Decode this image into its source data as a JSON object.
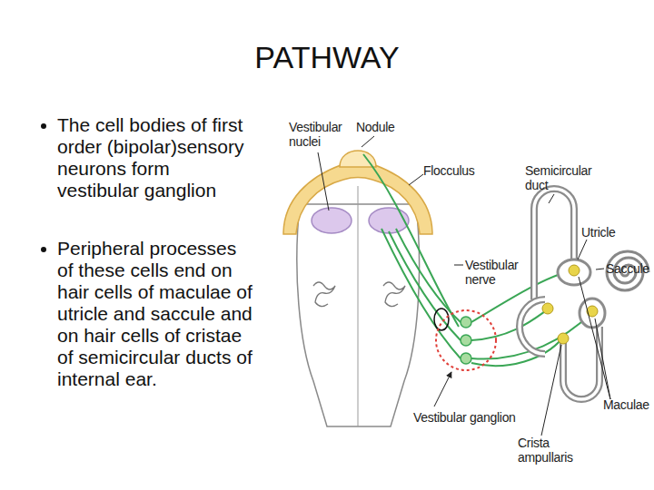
{
  "diagram": {
    "title": "PATHWAY",
    "labels": [
      "The cell bodies of first order (bipolar)sensory neurons form vestibular ganglion",
      "Peripheral processes of these cells end on hair cells of maculae of utricle and saccule and on hair cells of cristae of semicircular ducts of internal ear.",
      "Vestibular nuclei",
      "Nodule",
      "Flocculus",
      "Semicircular duct",
      "Utricle",
      "Vestibular nerve",
      "Saccule",
      "Vestibular ganglion",
      "Maculae",
      "Crista ampullaris"
    ]
  }
}
